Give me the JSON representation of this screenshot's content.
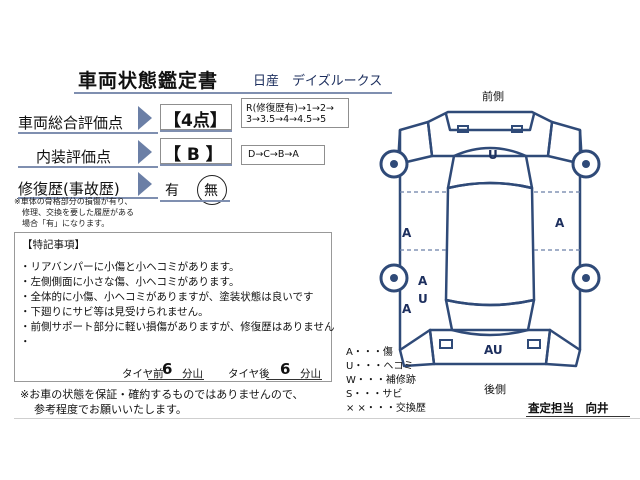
{
  "header": {
    "title": "車両状態鑑定書",
    "car_name": "日産　デイズルークス"
  },
  "overall": {
    "label": "車両総合評価点",
    "value": "【4点】",
    "scale_line1": "R(修復歴有)→1→2→",
    "scale_line2": "3→3.5→4→4.5→5"
  },
  "interior": {
    "label": "内装評価点",
    "value": "【 B 】",
    "scale": "D→C→B→A"
  },
  "repair": {
    "label": "修復歴(事故歴)",
    "yes": "有",
    "no": "無",
    "note_line1": "※車体の骨格部分の損傷が有り、",
    "note_line2": "修理、交換を要した履歴がある",
    "note_line3": "場合「有」になります。"
  },
  "notes": {
    "heading": "【特記事項】",
    "lines": [
      "・リアバンパーに小傷と小ヘコミがあります。",
      "・左側側面に小さな傷、小ヘコミがあります。",
      "・全体的に小傷、小ヘコミがありますが、塗装状態は良いです",
      "・下廻りにサビ等は見受けられません。",
      "・前側サポート部分に軽い損傷がありますが、修復歴はありません",
      "・"
    ]
  },
  "tires": {
    "front_label": "タイヤ前",
    "front_value": "6",
    "rear_label": "タイヤ後",
    "rear_value": "6",
    "unit": "分山"
  },
  "footer": {
    "line1": "※お車の状態を保証・確約するものではありませんので、",
    "line2": "参考程度でお願いいたします。"
  },
  "diagram": {
    "front_label": "前側",
    "rear_label": "後側",
    "marks": {
      "hood": "U",
      "left_side_upper": "A",
      "right_side": "A",
      "left_side_a1": "A",
      "left_side_u": "U",
      "left_side_a2": "A",
      "rear": "AU"
    }
  },
  "legend": [
    "A・・・傷",
    "U・・・ヘコミ",
    "W・・・補修跡",
    "S・・・サビ",
    "× ×・・・交換歴"
  ],
  "signature": "査定担当　向井",
  "colors": {
    "car_outline": "#2f4a78",
    "accent": "#6b7fa6"
  }
}
